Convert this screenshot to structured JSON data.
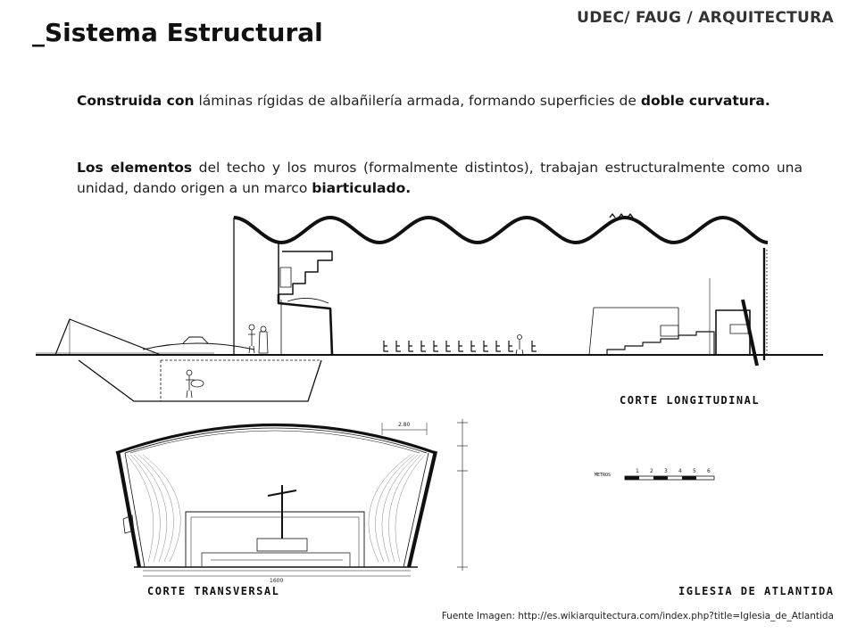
{
  "header": {
    "org": "UDEC/ FAUG / ARQUITECTURA",
    "title": "_Sistema Estructural"
  },
  "paragraph1": {
    "bold_start": "Construida con",
    "text": " láminas rígidas de albañilería armada, formando superficies de ",
    "bold_end": "doble curvatura."
  },
  "paragraph2": {
    "bold_start": "Los elementos",
    "text": " del techo y los muros (formalmente distintos), trabajan estructuralmente como una unidad, dando origen a un marco ",
    "bold_end": "biarticulado."
  },
  "drawing": {
    "label_longitudinal": "CORTE LONGITUDINAL",
    "label_transversal": "CORTE TRANSVERSAL",
    "label_church": "IGLESIA DE ATLANTIDA",
    "scale_label": "METROS",
    "scale_numbers": [
      "1",
      "2",
      "3",
      "4",
      "5",
      "6"
    ],
    "dim_top": "2.80",
    "dim_bottom": "1600"
  },
  "footer": {
    "source": "Fuente Imagen: http://es.wikiarquitectura.com/index.php?title=Iglesia_de_Atlantida"
  }
}
